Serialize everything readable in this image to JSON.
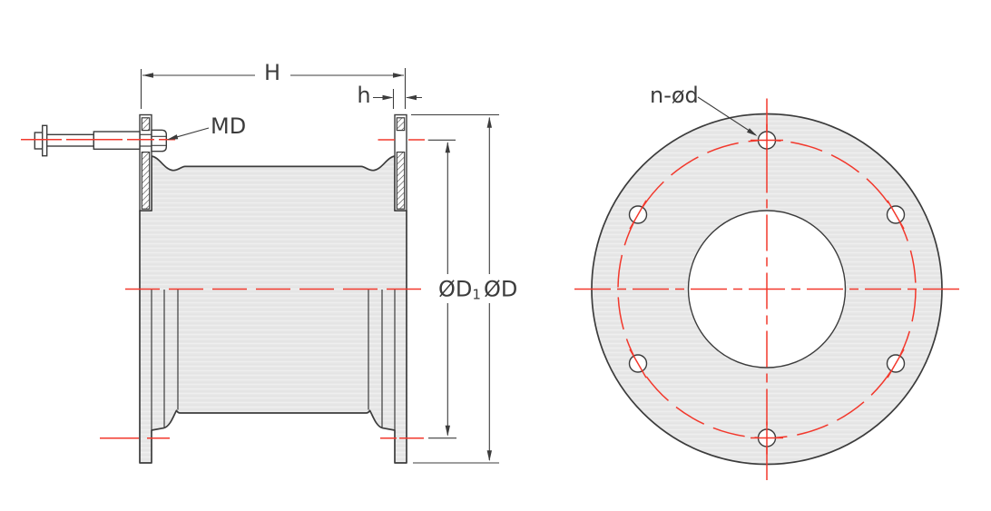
{
  "colors": {
    "line": "#3c3c3c",
    "centerline_red": "#f2382c",
    "part_fill": "#e8e8e8",
    "background": "#ffffff"
  },
  "side_view": {
    "dim_overall_length": "H",
    "dim_flange_thickness": "h",
    "bolt_label": "MD",
    "dim_bolt_circle": {
      "base": "ØD",
      "subscript": "1"
    },
    "dim_outer_diameter": "ØD"
  },
  "front_view": {
    "bolt_holes_label": "n-ød"
  }
}
